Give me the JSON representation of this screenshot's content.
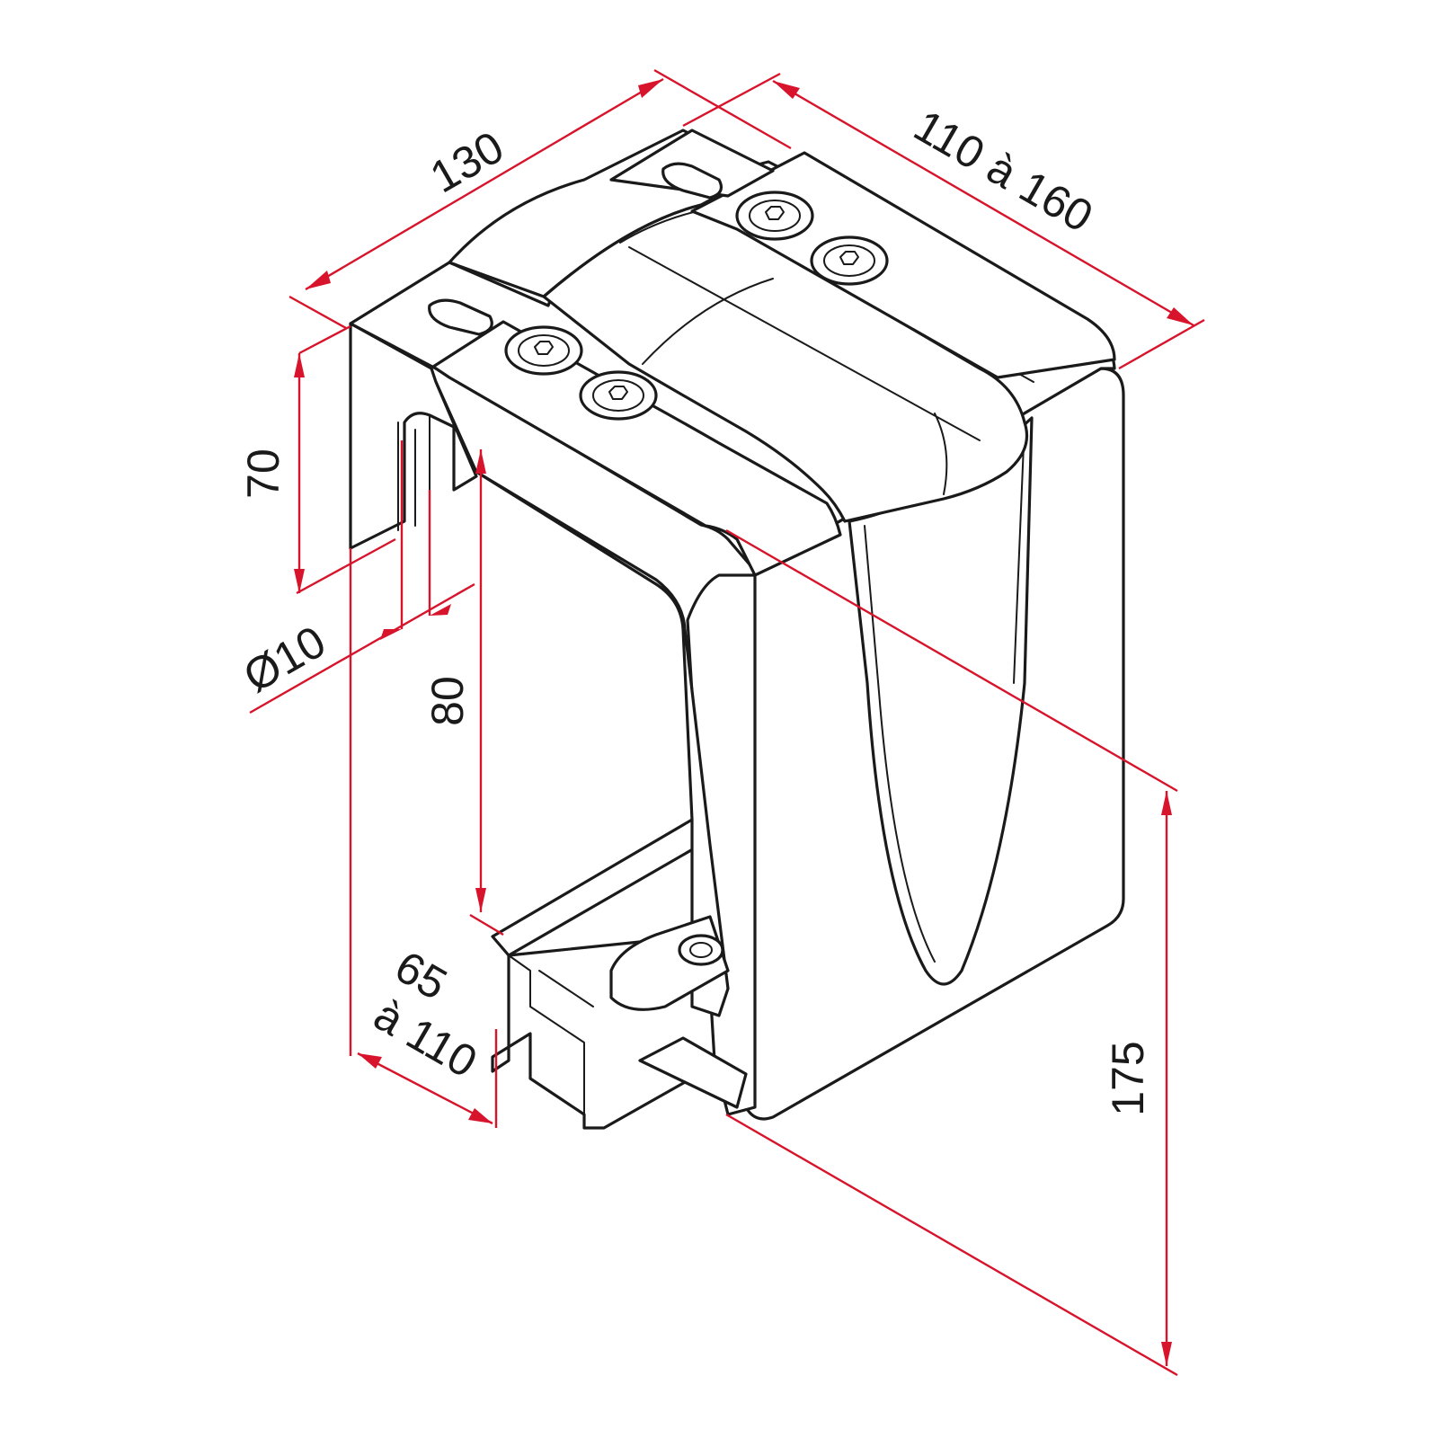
{
  "colors": {
    "dimension_line": "#d7142b",
    "outline": "#1a1a1a",
    "background": "#ffffff"
  },
  "dimensions": {
    "width_top": "130",
    "depth_range": "110 à 160",
    "slot_height": "70",
    "hole_diameter": "Ø10",
    "opening_height": "80",
    "base_range_line1": "65",
    "base_range_line2": "à 110",
    "total_height": "175"
  },
  "icons": [
    "hex-socket-screw-icon",
    "mounting-slot-icon"
  ]
}
